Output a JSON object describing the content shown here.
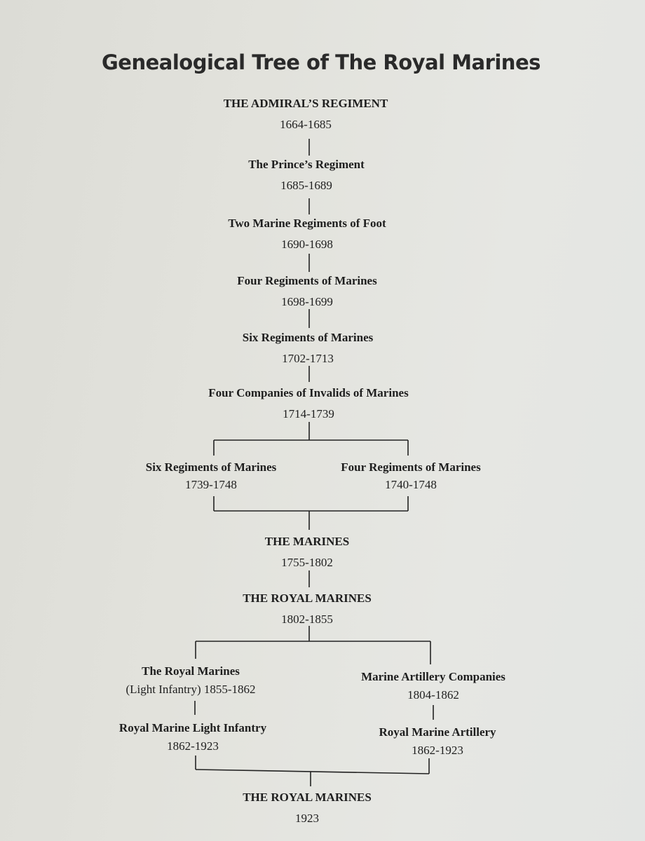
{
  "title": "Genealogical Tree of The Royal Marines",
  "nodes": {
    "admirals": {
      "name": "THE ADMIRAL’S REGIMENT",
      "dates": "1664-1685"
    },
    "princes": {
      "name": "The Prince’s Regiment",
      "dates": "1685-1689"
    },
    "two_marine": {
      "name": "Two Marine Regiments of Foot",
      "dates": "1690-1698"
    },
    "four_regiments_1698": {
      "name": "Four Regiments of Marines",
      "dates": "1698-1699"
    },
    "six_regiments_1702": {
      "name": "Six Regiments of Marines",
      "dates": "1702-1713"
    },
    "four_companies": {
      "name": "Four Companies of Invalids of Marines",
      "dates": "1714-1739"
    },
    "six_regiments_1739": {
      "name": "Six Regiments of Marines",
      "dates": "1739-1748"
    },
    "four_regiments_1740": {
      "name": "Four Regiments of Marines",
      "dates": "1740-1748"
    },
    "the_marines": {
      "name": "THE MARINES",
      "dates": "1755-1802"
    },
    "royal_marines_1802": {
      "name": "THE ROYAL MARINES",
      "dates": "1802-1855"
    },
    "royal_marines_li": {
      "name": "The Royal Marines",
      "subtitle": "(Light Infantry) 1855-1862"
    },
    "marine_artillery_companies": {
      "name": "Marine Artillery Companies",
      "dates": "1804-1862"
    },
    "rmli": {
      "name": "Royal Marine Light Infantry",
      "dates": "1862-1923"
    },
    "rma": {
      "name": "Royal Marine Artillery",
      "dates": "1862-1923"
    },
    "royal_marines_1923": {
      "name": "THE ROYAL MARINES",
      "dates": "1923"
    }
  }
}
